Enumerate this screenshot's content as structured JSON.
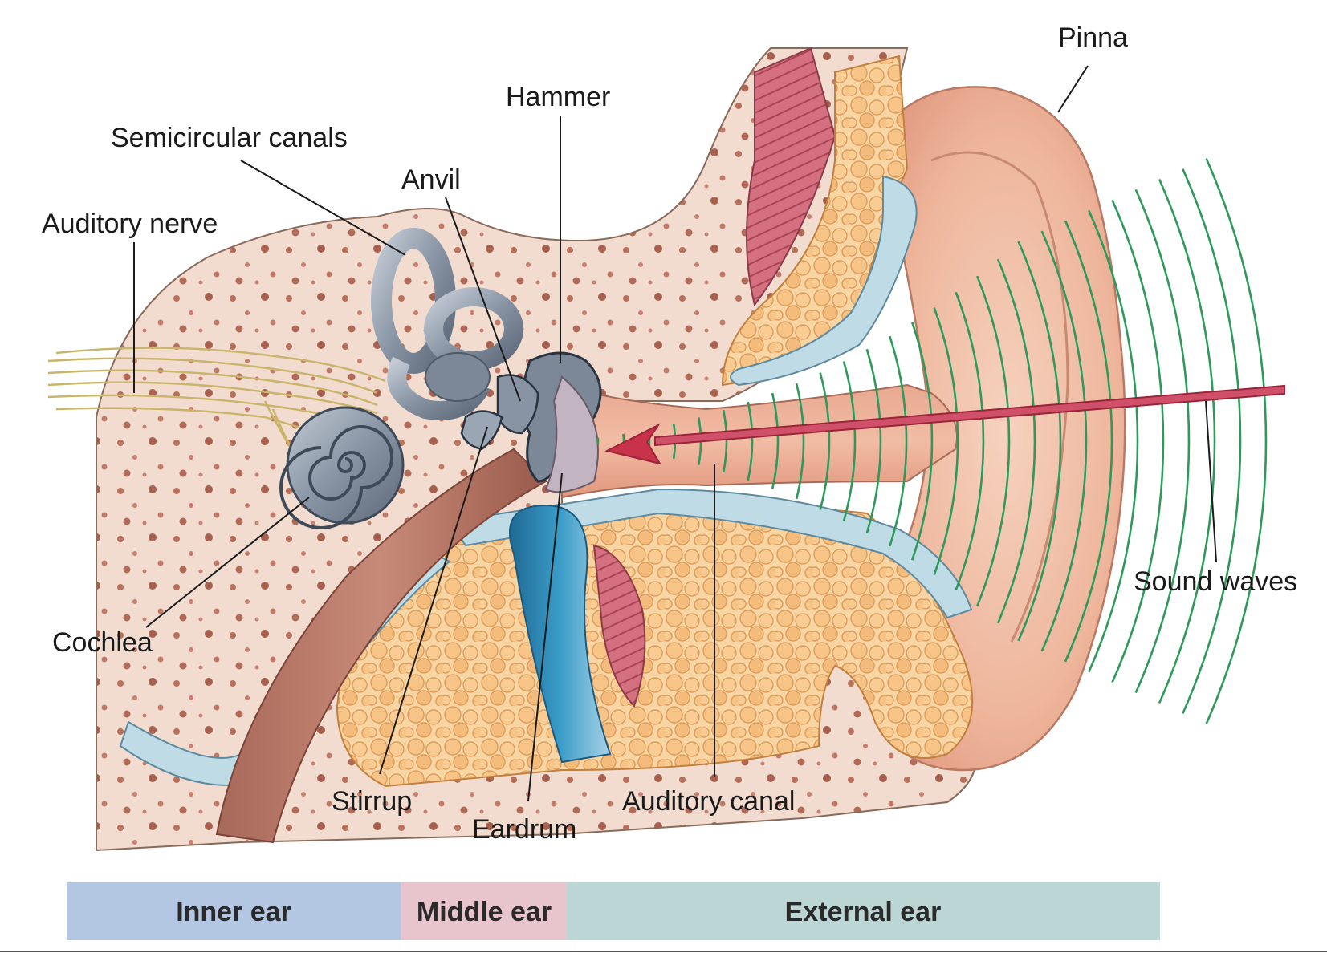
{
  "labels": {
    "pinna": "Pinna",
    "hammer": "Hammer",
    "semicircular_canals": "Semicircular canals",
    "anvil": "Anvil",
    "auditory_nerve": "Auditory nerve",
    "cochlea": "Cochlea",
    "stirrup": "Stirrup",
    "eardrum": "Eardrum",
    "auditory_canal": "Auditory canal",
    "sound_waves": "Sound waves"
  },
  "regions": [
    {
      "label": "Inner ear",
      "color": "#b3c6e2"
    },
    {
      "label": "Middle ear",
      "color": "#e8c4cc"
    },
    {
      "label": "External ear",
      "color": "#bcd6d6"
    }
  ],
  "colors": {
    "tissue": "#f4e2d6",
    "pinna_skin": "#f0c0a8",
    "bone_canal": "#9aa6b4",
    "sound_wave": "#2e9a5a",
    "arrow": "#c8324a",
    "vein": "#2f86b3",
    "muscle": "#c85a6a",
    "baseline": "#555555"
  }
}
